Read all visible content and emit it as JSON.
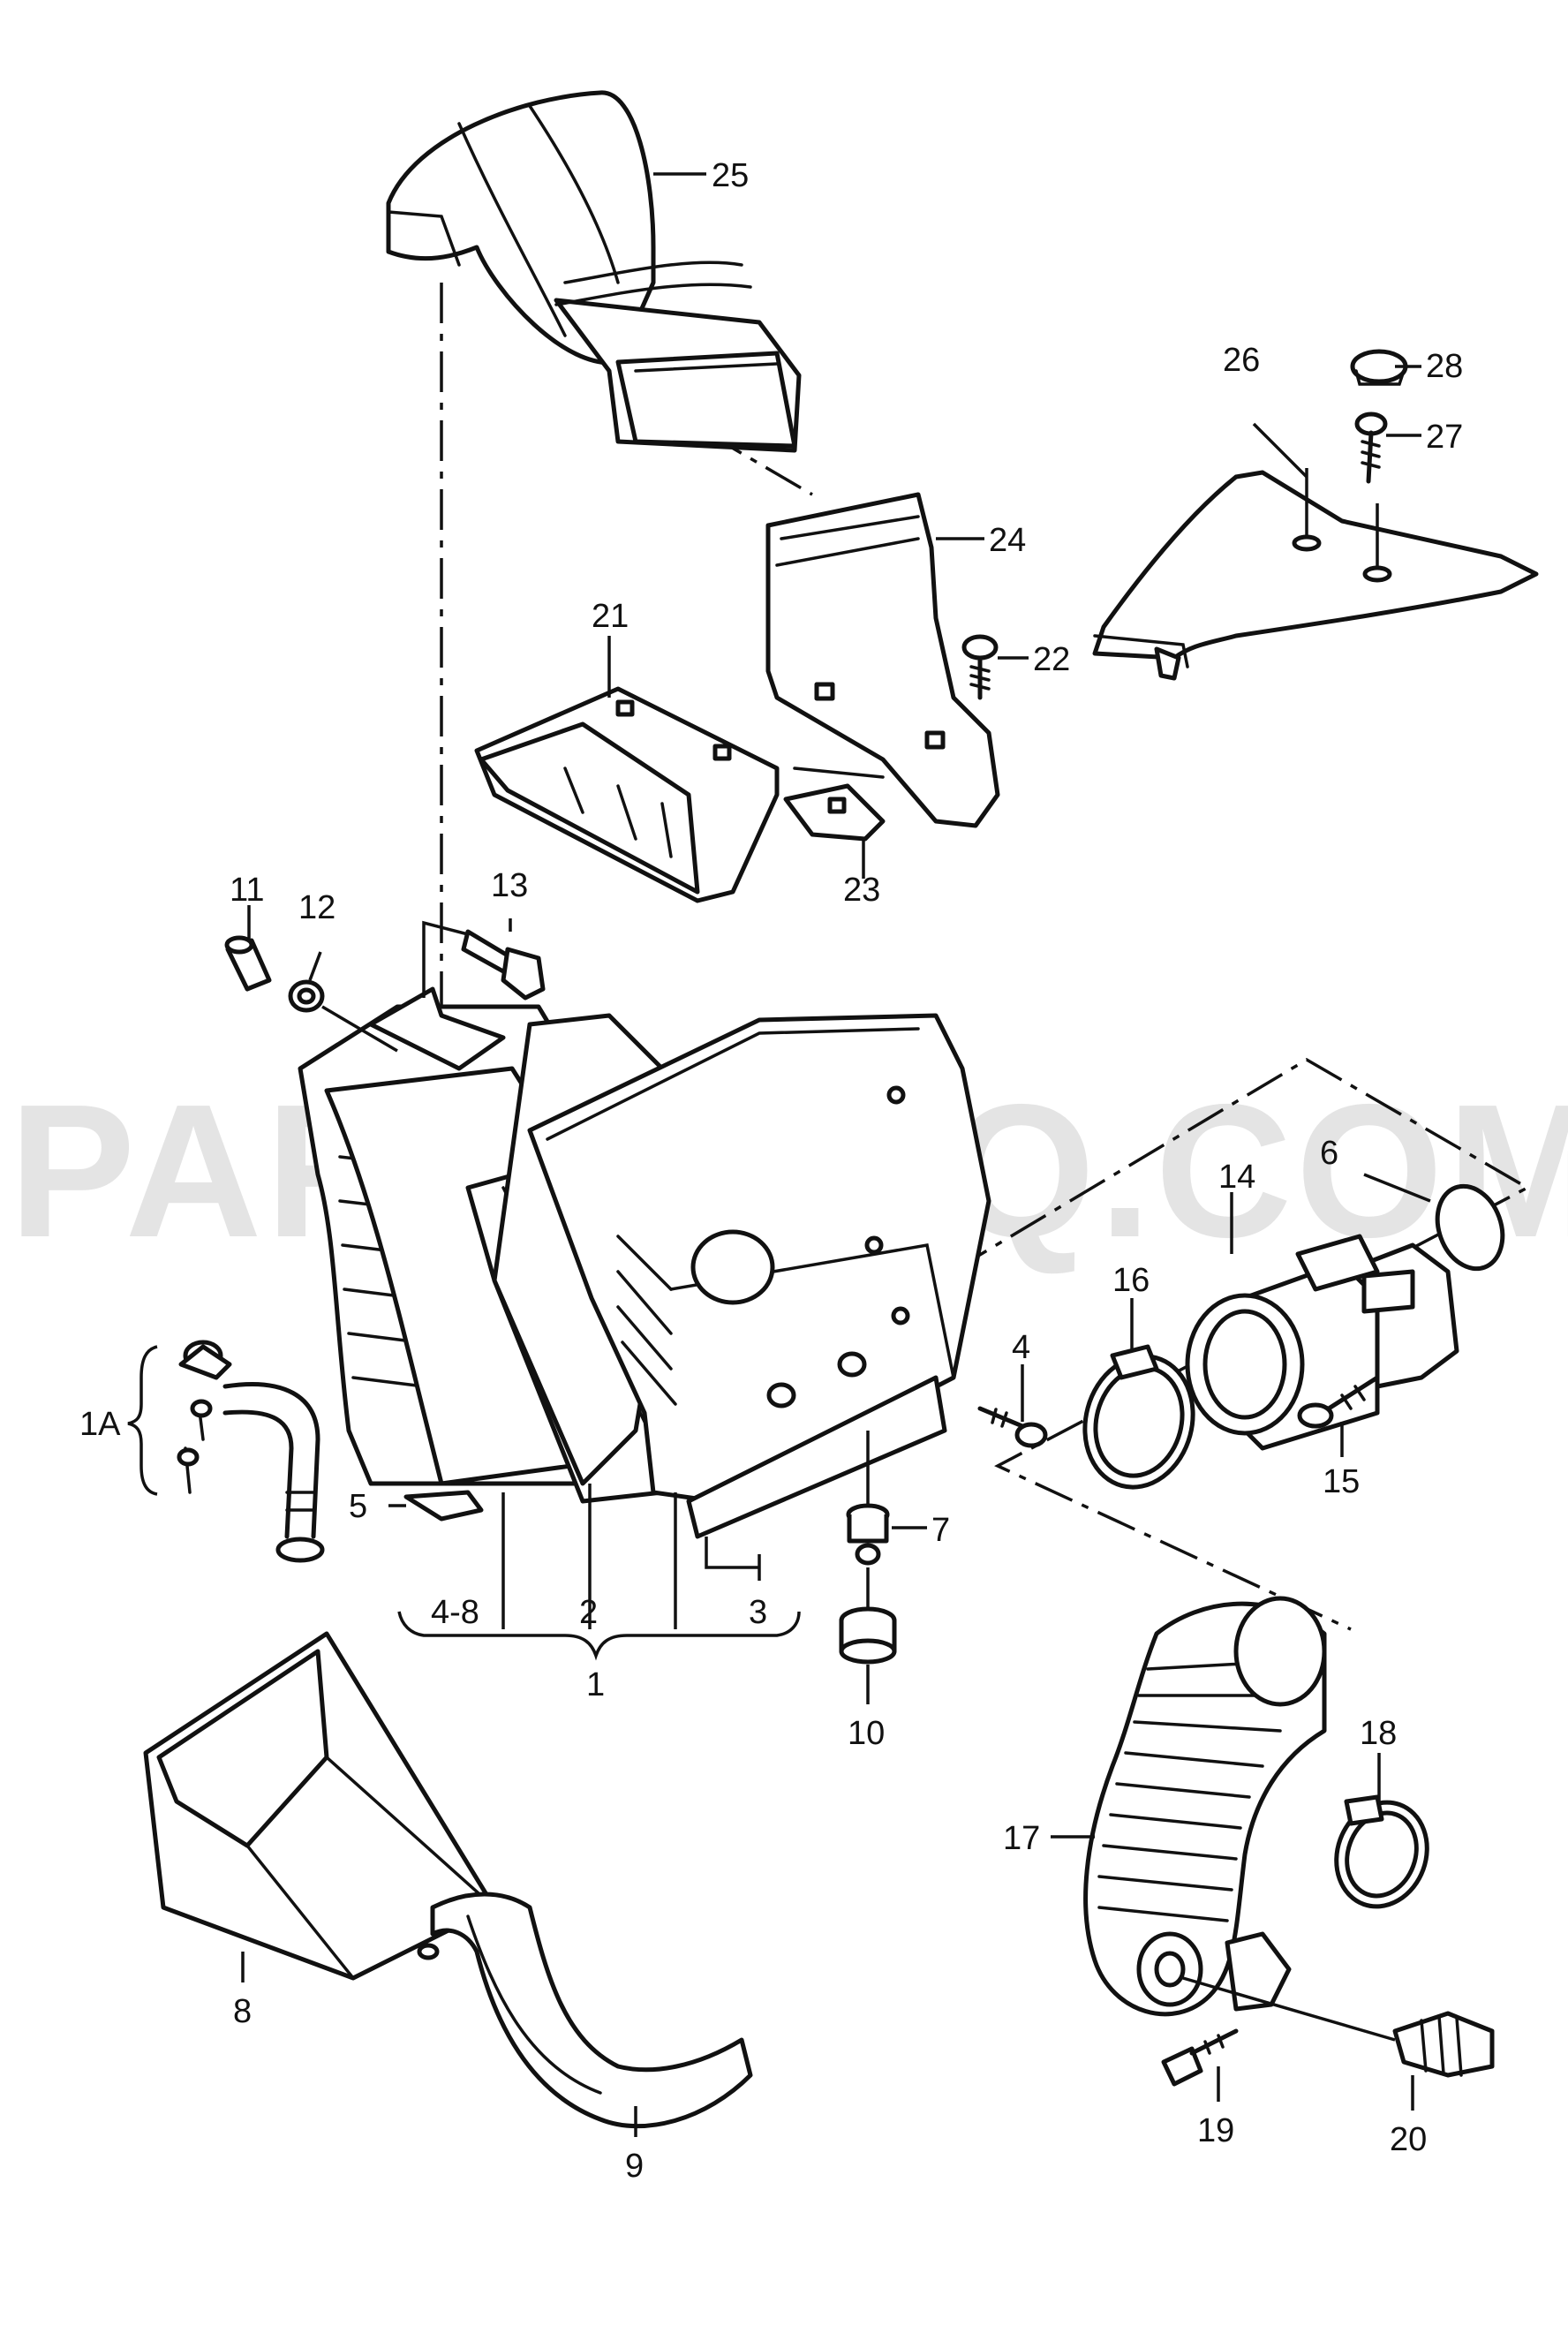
{
  "watermark": "PARTSOUQ.COM",
  "callouts": {
    "c1": "1",
    "c1A": "1A",
    "c2": "2",
    "c3": "3",
    "c4": "4",
    "c4_8": "4-8",
    "c5": "5",
    "c6": "6",
    "c7": "7",
    "c8": "8",
    "c9": "9",
    "c10": "10",
    "c11": "11",
    "c12": "12",
    "c13": "13",
    "c14": "14",
    "c15": "15",
    "c16": "16",
    "c17": "17",
    "c18": "18",
    "c19": "19",
    "c20": "20",
    "c21": "21",
    "c22": "22",
    "c23": "23",
    "c24": "24",
    "c25": "25",
    "c26": "26",
    "c27": "27",
    "c28": "28"
  }
}
